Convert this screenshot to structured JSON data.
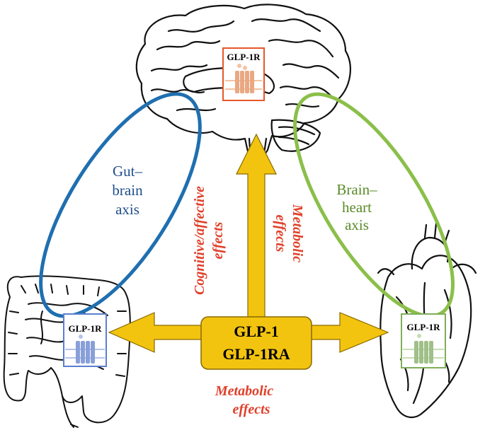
{
  "center": {
    "line1": "GLP-1",
    "line2": "GLP-1RA"
  },
  "receptors": {
    "brain": {
      "label": "GLP-1R",
      "color": "#e8562a"
    },
    "gut": {
      "label": "GLP-1R",
      "color": "#5b7fcf"
    },
    "heart": {
      "label": "GLP-1R",
      "color": "#7fae5a"
    }
  },
  "axes": {
    "gut_brain": {
      "line1": "Gut–",
      "line2": "brain",
      "line3": "axis",
      "color": "#1f6fb0"
    },
    "brain_heart": {
      "line1": "Brain–",
      "line2": "heart",
      "line3": "axis",
      "color": "#8bbf4a"
    }
  },
  "effects": {
    "cognitive_line1": "Cognitive/affective",
    "cognitive_line2": "effects",
    "metabolic_up_line1": "Metabolic",
    "metabolic_up_line2": "effects",
    "metabolic_bottom_line1": "Metabolic",
    "metabolic_bottom_line2": "effects",
    "color": "#e0402a"
  },
  "arrow_color": "#f2c40f",
  "arrow_outline": "#8a6a00"
}
